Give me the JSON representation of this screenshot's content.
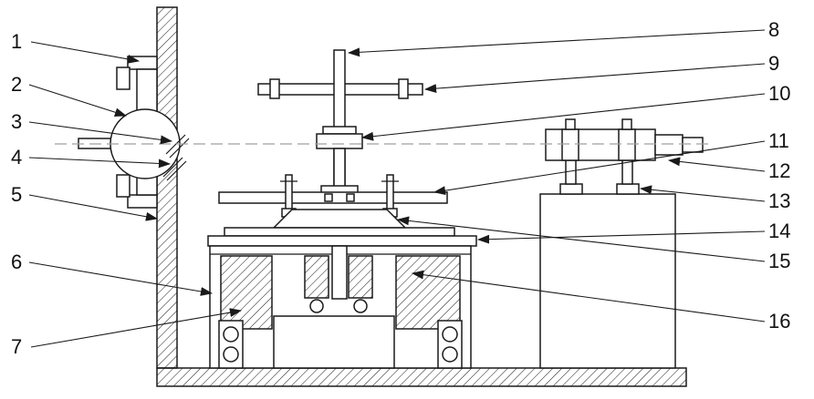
{
  "colors": {
    "line": "#1a1a1a",
    "centerline": "#9aa0a6",
    "background": "#ffffff"
  },
  "labels": {
    "left": [
      "1",
      "2",
      "3",
      "4",
      "5",
      "6",
      "7"
    ],
    "right": [
      "8",
      "9",
      "10",
      "11",
      "12",
      "13",
      "14",
      "15",
      "16"
    ]
  }
}
